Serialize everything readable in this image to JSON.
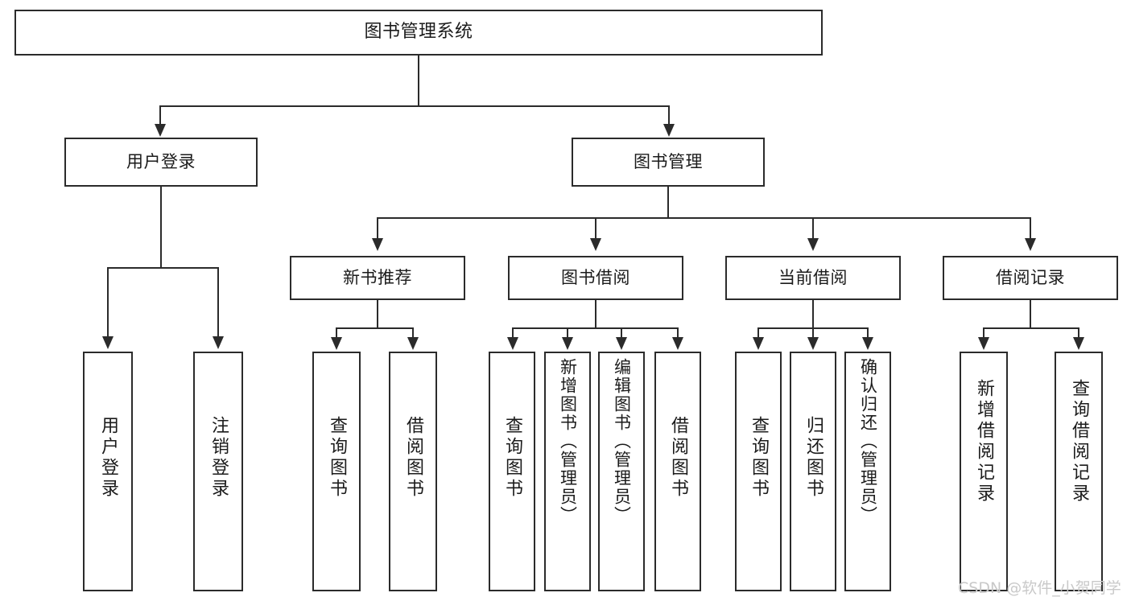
{
  "diagram": {
    "title": "图书管理系统",
    "type": "tree-hierarchy-diagram",
    "watermark": "CSDN @软件_小贺同学",
    "colors": {
      "stroke": "#2b2b2b",
      "fill": "#ffffff",
      "text": "#1b1b1b",
      "watermark": "#c9c9c9"
    },
    "nodes": {
      "root": "图书管理系统",
      "level2": {
        "user_login": "用户登录",
        "book_manage": "图书管理"
      },
      "level3": {
        "new_book_recommend": "新书推荐",
        "book_borrow": "图书借阅",
        "current_borrow": "当前借阅",
        "borrow_record": "借阅记录"
      },
      "leaves": {
        "login_user_login": "用户登录",
        "login_logout": "注销登录",
        "recommend_query_book": "查询图书",
        "recommend_borrow_book": "借阅图书",
        "borrow_query_book": "查询图书",
        "borrow_add_book": "新增图书（管理员）",
        "borrow_edit_book": "编辑图书（管理员）",
        "borrow_borrow_book": "借阅图书",
        "current_query_book": "查询图书",
        "current_return_book": "归还图书",
        "current_confirm_return": "确认归还（管理员）",
        "record_add_record": "新增借阅记录",
        "record_query_record": "查询借阅记录"
      }
    }
  }
}
